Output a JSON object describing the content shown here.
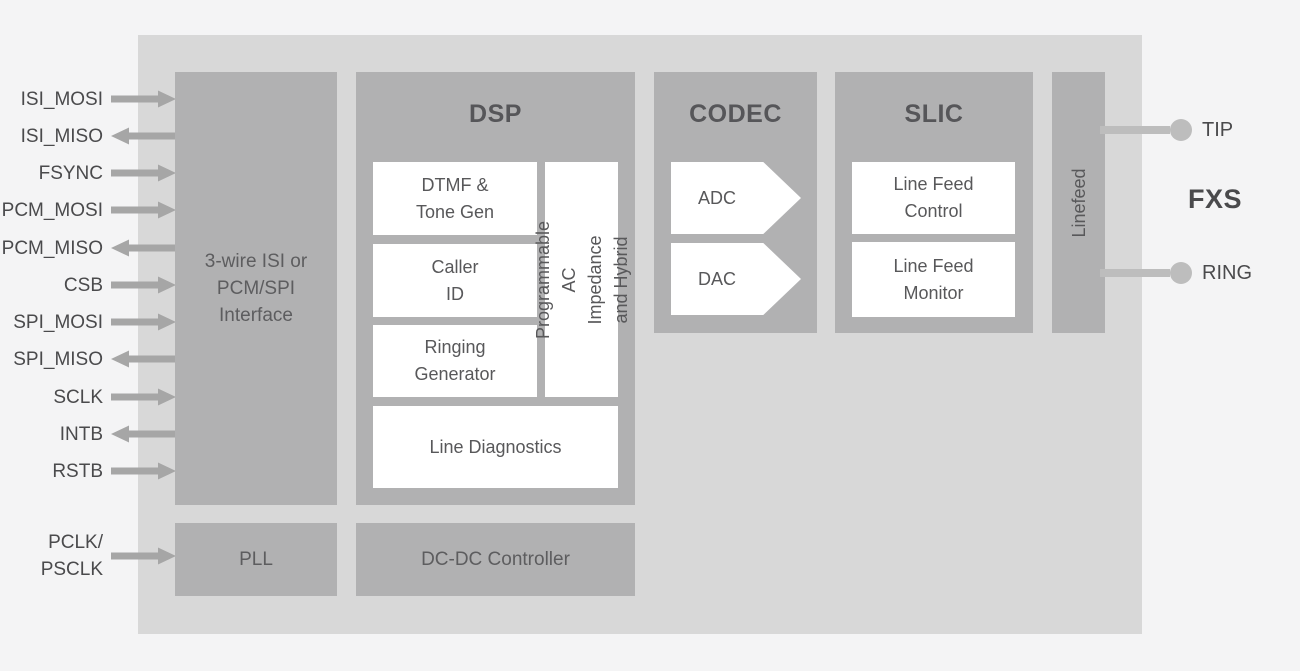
{
  "colors": {
    "page_bg": "#f4f4f5",
    "chip_bg": "#d8d8d8",
    "block_bg": "#b1b1b2",
    "box_bg": "#ffffff",
    "arrow": "#a6a6a6",
    "tip_ring_line": "#bdbdbd",
    "pin_text": "#4a4a4c",
    "title_text": "#565659",
    "box_text": "#58585a"
  },
  "left_pins": [
    {
      "label": "ISI_MOSI",
      "direction": "in"
    },
    {
      "label": "ISI_MISO",
      "direction": "out"
    },
    {
      "label": "FSYNC",
      "direction": "in"
    },
    {
      "label": "PCM_MOSI",
      "direction": "in"
    },
    {
      "label": "PCM_MISO",
      "direction": "out"
    },
    {
      "label": "CSB",
      "direction": "in"
    },
    {
      "label": "SPI_MOSI",
      "direction": "in"
    },
    {
      "label": "SPI_MISO",
      "direction": "out"
    },
    {
      "label": "SCLK",
      "direction": "in"
    },
    {
      "label": "INTB",
      "direction": "out"
    },
    {
      "label": "RSTB",
      "direction": "in"
    },
    {
      "label": "PCLK/\nPSCLK",
      "direction": "in"
    }
  ],
  "right_pins": [
    {
      "label": "TIP"
    },
    {
      "label": "RING"
    }
  ],
  "fxs_label": "FXS",
  "blocks": {
    "interface": {
      "label": "3-wire ISI or\nPCM/SPI\nInterface"
    },
    "dsp": {
      "title": "DSP",
      "dtmf": "DTMF &\nTone Gen",
      "caller_id": "Caller\nID",
      "ringing": "Ringing\nGenerator",
      "prog_ac": "Programmable AC\nImpedance and Hybrid",
      "line_diag": "Line Diagnostics"
    },
    "codec": {
      "title": "CODEC",
      "adc": "ADC",
      "dac": "DAC"
    },
    "slic": {
      "title": "SLIC",
      "line_feed_control": "Line Feed\nControl",
      "line_feed_monitor": "Line Feed\nMonitor"
    },
    "linefeed": {
      "label": "Linefeed"
    },
    "pll": {
      "label": "PLL"
    },
    "dcdc": {
      "label": "DC-DC Controller"
    }
  }
}
